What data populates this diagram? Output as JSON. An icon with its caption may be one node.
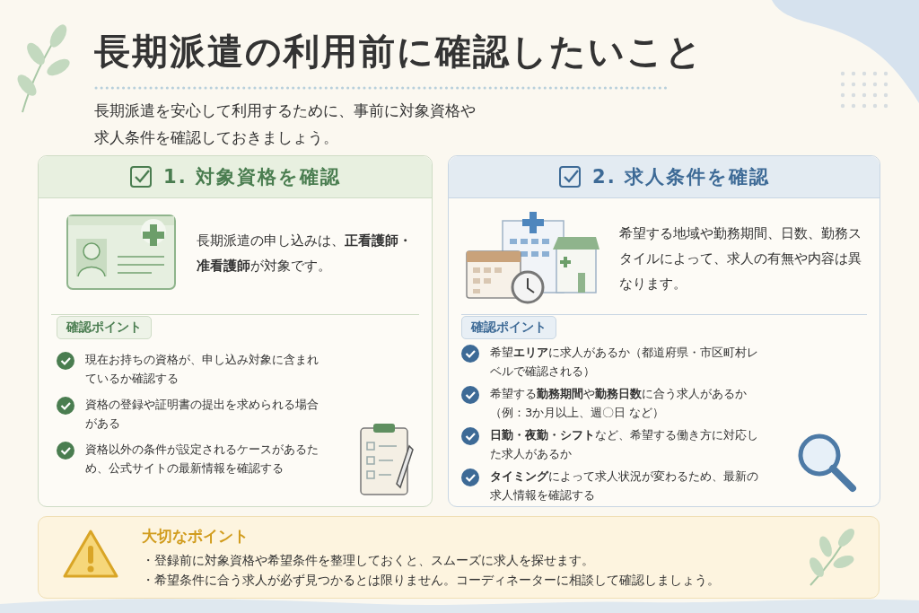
{
  "diagram": {
    "title": "**長期派遣**の利用前に確認したいこと",
    "nodes": [
      {
        "text": [
          "1. 対象資格を確認",
          "長期派遣の申し込みは、**正看護師・准看護師**が対象です。",
          "現在お持ちの資格が、申し込み対象に含まれているか確認する",
          "資格の登録や証明書の提出を求められる場合がある",
          "資格以外の条件が設定されるケースがあるため、公式サイトの最新情報を確認する"
        ]
      },
      {
        "text": [
          "確認ポイント"
        ],
        "in": 0
      },
      {
        "text": [
          "2. 求人条件を確認",
          "希望する地域や勤務期間、日数、勤務スタイルによって、求人の有無や内容は異なります。",
          "希望**エリア**に求人があるか（都道府県・市区町村レベルで確認される）",
          "希望する**勤務期間**や**勤務日数**に合う求人があるか（例：3か月以上、週〇日 など）",
          "**日勤・夜勤・シフト**など、希望する働き方に対応した求人があるか",
          "**タイミング**によって求人状況が変わるため、最新の求人情報を確認する"
        ]
      },
      {
        "text": [
          "確認ポイント"
        ],
        "in": 2
      },
      {
        "text": [
          "大切なポイント",
          "・登録前に対象資格や希望条件を整理しておくと、スムーズに求人を探せます。",
          "・希望条件に合う求人が必ず見つかるとは限りません。コーディネーターに相談して確認しましょう。"
        ]
      }
    ],
    "labels": [
      "長期派遣を安心して利用するために、事前に対象資格や求人条件を確認しておきましょう。"
    ]
  }
}
